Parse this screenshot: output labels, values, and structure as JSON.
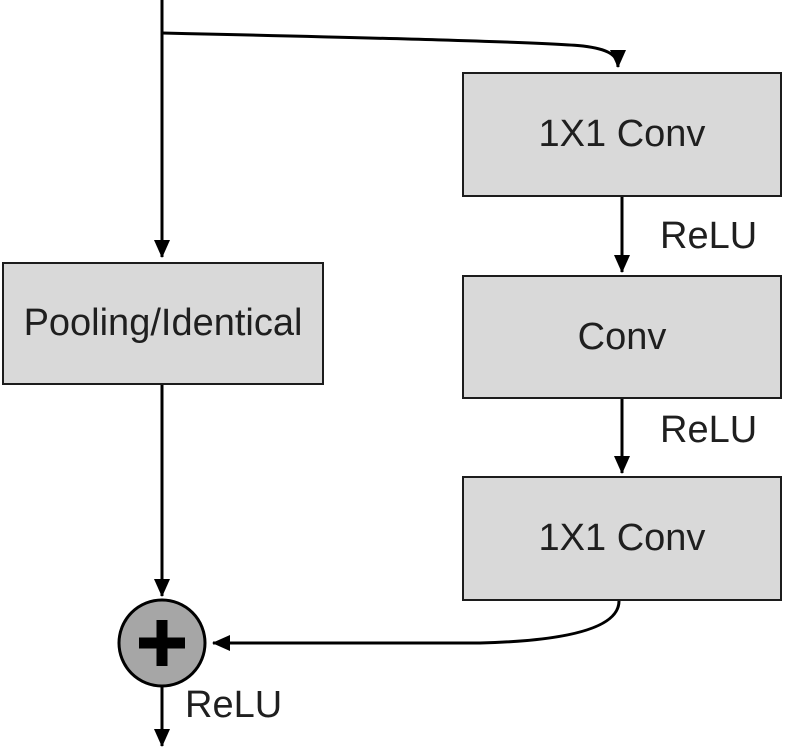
{
  "diagram": {
    "blocks": {
      "conv_top": {
        "label": "1X1 Conv"
      },
      "conv_mid": {
        "label": "Conv"
      },
      "conv_bottom": {
        "label": "1X1 Conv"
      },
      "pooling": {
        "label": "Pooling/Identical"
      }
    },
    "labels": {
      "relu_top": "ReLU",
      "relu_mid": "ReLU",
      "relu_out": "ReLU"
    },
    "icons": {
      "add_icon": "plus-in-circle"
    },
    "colors": {
      "block_fill": "#d9d9d9",
      "block_border": "#1c1c1c",
      "adder_fill": "#a6a6a6",
      "arrow": "#000000",
      "text": "#1f1f1f"
    }
  }
}
